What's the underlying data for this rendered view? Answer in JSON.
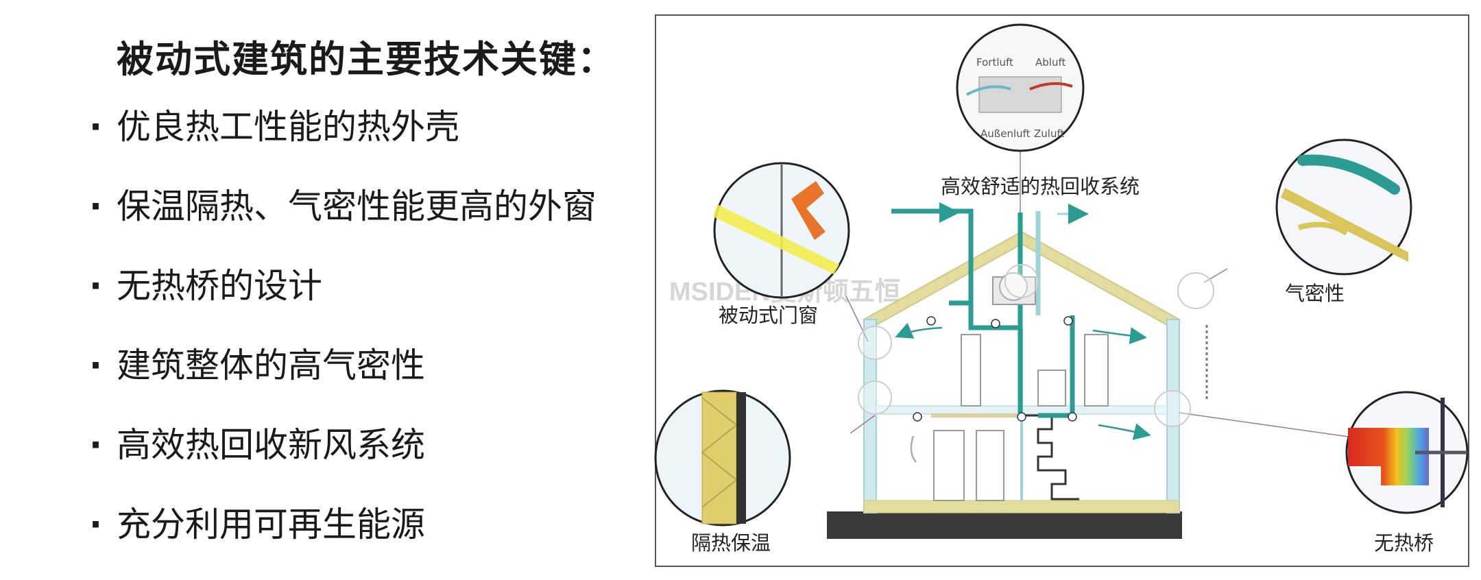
{
  "title": "被动式建筑的主要技术关键：",
  "bullet_marker": "·",
  "bullets": [
    "优良热工性能的热外壳",
    "保温隔热、气密性能更高的外窗",
    "无热桥的设计",
    "建筑整体的高气密性",
    "高效热回收新风系统",
    "充分利用可再生能源"
  ],
  "diagram": {
    "labels": {
      "heat_recovery": "高效舒适的热回收系统",
      "passive_window": "被动式门窗",
      "airtightness": "气密性",
      "insulation": "隔热保温",
      "no_thermal_bridge": "无热桥"
    },
    "unit_labels": {
      "top_left": "Fortluft",
      "top_right": "Abluft",
      "bottom_left": "Außenluft",
      "bottom_right": "Zuluft"
    },
    "watermark": "MSIDEN曼斯顿五恒"
  },
  "colors": {
    "roof": "#e2dd9f",
    "duct": "#2a9c92",
    "wall_glass": "#9fd3dc",
    "ground": "#3a3a3a",
    "insulation": "#d9c65a"
  }
}
